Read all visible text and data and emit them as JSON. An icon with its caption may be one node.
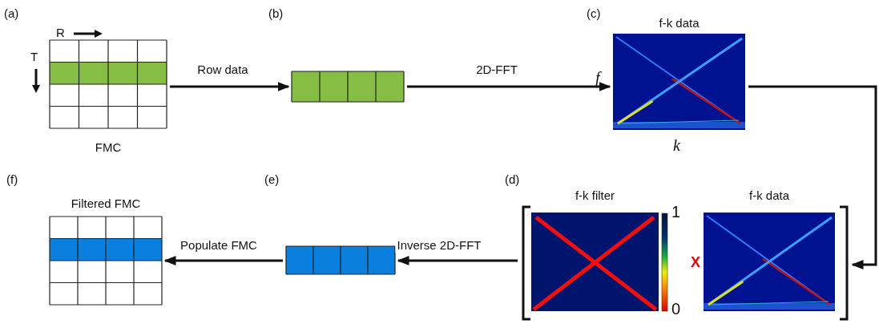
{
  "diagram": {
    "nodes": [
      {
        "text": [
          "FMC"
        ]
      },
      {
        "text": [],
        "shape": "box"
      },
      {
        "text": [
          "f-k data"
        ],
        "beside": [
          "f",
          "k"
        ]
      },
      {
        "text": [],
        "shape": "box"
      },
      {
        "text": [
          "f-k filter"
        ],
        "in": 3
      },
      {
        "text": [
          "f-k data"
        ],
        "in": 3
      },
      {
        "text": [],
        "shape": "box"
      },
      {
        "text": [
          "Filtered FMC"
        ]
      }
    ],
    "edges": [
      {
        "from": 0,
        "to": 1,
        "arrow": "to",
        "label": "Row data"
      },
      {
        "from": 1,
        "to": 2,
        "arrow": "to",
        "label": "2D-FFT"
      },
      {
        "from": 2,
        "to": 3,
        "arrow": "to"
      },
      {
        "from": 3,
        "to": 6,
        "arrow": "to",
        "label": "Inverse 2D-FFT"
      },
      {
        "from": 6,
        "to": 7,
        "arrow": "to",
        "label": "Populate FMC"
      }
    ],
    "labels": [
      "(a)",
      "R",
      "T",
      "(b)",
      "(c)",
      "(f)",
      "(e)",
      "(d)",
      "1",
      "X",
      "0"
    ]
  }
}
